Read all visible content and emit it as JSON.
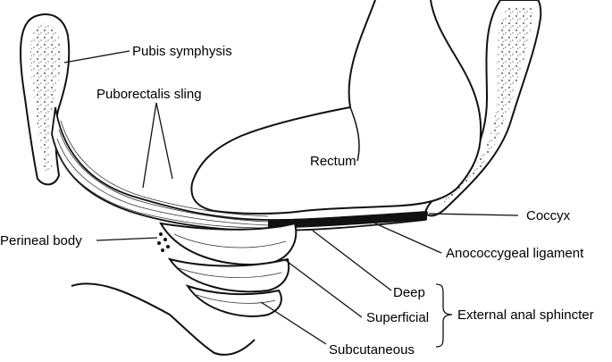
{
  "labels": {
    "pubis_symphysis": "Pubis symphysis",
    "puborectalis_sling": "Puborectalis sling",
    "rectum": "Rectum",
    "coccyx": "Coccyx",
    "perineal_body": "Perineal body",
    "anococcygeal_ligament": "Anococcygeal ligament",
    "deep": "Deep",
    "superficial": "Superficial",
    "subcutaneous": "Subcutaneous",
    "external_anal_sphincter": "External anal sphincter"
  }
}
